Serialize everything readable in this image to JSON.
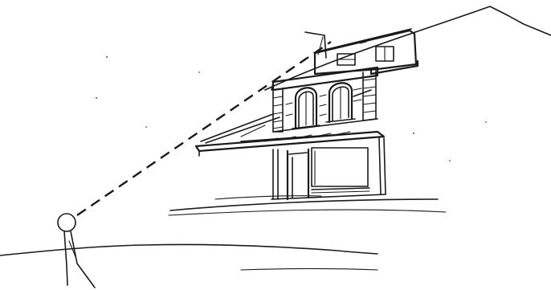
{
  "colors": {
    "background": "#ffffff",
    "ink": "#1a1a1a"
  },
  "figure": {
    "observer": "stick-figure",
    "sight_line": "dashed",
    "building": "two-storey-with-arched-windows-and-canopy"
  }
}
